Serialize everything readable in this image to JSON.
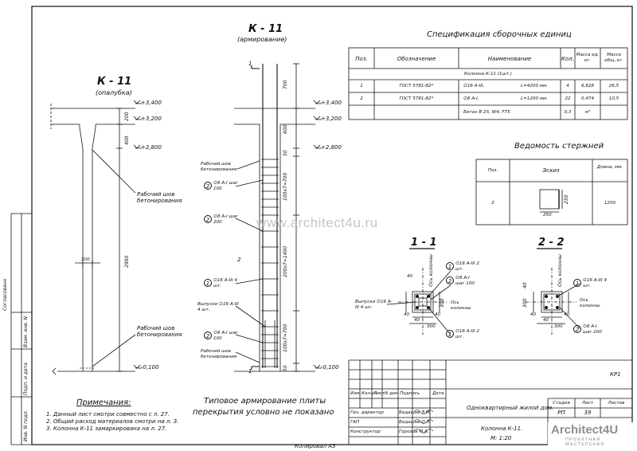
{
  "sheet": {
    "format_label": "Копировал А3",
    "watermark": "www.architect4u.ru",
    "logo_main": "Architect4U",
    "logo_sub": "ПРОЕКТНАЯ МАСТЕРСКАЯ"
  },
  "left_margin": {
    "soglasovano": "Согласовано",
    "vzam": "Взам. инв. N",
    "podp": "Подп. и дата",
    "inv": "Инв. N подл."
  },
  "formwork": {
    "title": "К - 11",
    "subtitle": "(опалубка)",
    "levels": [
      "+3,400",
      "+3,200",
      "+2,800",
      "-0,100"
    ],
    "dims": [
      "200",
      "400",
      "2900",
      "300"
    ],
    "labels": [
      "Рабочий шов бетонирования",
      "Рабочий шов бетонирования"
    ]
  },
  "reinforcement": {
    "title": "К - 11",
    "subtitle": "(армирование)",
    "levels": [
      "+3,400",
      "+3,200",
      "+2,800",
      "-0,100"
    ],
    "dims": [
      "700",
      "600",
      "50",
      "100х7=700",
      "200х7=1400",
      "100х7=700",
      "50"
    ],
    "label_seam_top": "Рабочий шов бетонирования",
    "label_r1_pos": "2",
    "label_r1": "∅8 А-I шаг 100",
    "label_r2_pos": "2",
    "label_r2": "∅8 А-I шаг 200",
    "label_mid_pos": "2",
    "label_r3_pos": "1",
    "label_r3": "∅16 А-III 4 шт.",
    "label_r4": "Выпуски ∅16 А-III 4 шт.",
    "label_r5_pos": "2",
    "label_r5": "∅8 А-I шаг 100",
    "label_seam_bot": "Рабочий шов бетонирования",
    "marker_top": "1",
    "marker_bot": "1"
  },
  "notes": {
    "title": "Примечания:",
    "items": [
      "1. Данный лист смотри совместно с л. 27.",
      "2. Общий расход материалов смотри на л. 3.",
      "3. Колонна К-11 замаркирована на л. 27."
    ]
  },
  "slab_note": [
    "Типовое армирование плиты",
    "перекрытия условно не показано"
  ],
  "spec": {
    "title": "Спецификация сборочных единиц",
    "headers": [
      "Поз.",
      "Обозначение",
      "Наименование",
      "Кол.",
      "Масса ед. кг.",
      "Масса общ.,кг."
    ],
    "group": "Колонна К-11 (1шт.)",
    "rows": [
      {
        "pos": "1",
        "code": "ГОСТ 5781-82*",
        "name": "∅16 А-III,",
        "len": "L=4200 мм.",
        "qty": "4",
        "mass": "6,628",
        "total": "26,5"
      },
      {
        "pos": "2",
        "code": "ГОСТ 5781-82*",
        "name": "∅8 А-I,",
        "len": "L=1200 мм.",
        "qty": "22",
        "mass": "0,474",
        "total": "10,5"
      },
      {
        "pos": "",
        "code": "",
        "name": "Бетон В 25, W4, F75",
        "len": "",
        "qty": "0,3",
        "mass": "м³",
        "total": ""
      }
    ]
  },
  "bars": {
    "title": "Ведомость стержней",
    "headers": [
      "Поз.",
      "Эскиз",
      "Длина, мм."
    ],
    "row": {
      "pos": "2",
      "dim_v": "250",
      "dim_h": "250",
      "length": "1200"
    }
  },
  "section11": {
    "title": "1 - 1",
    "l_top_pos": "1",
    "l_top": "∅16 А-III 2 шт.",
    "l_axis": "Ось колонны",
    "l_stir_pos": "2",
    "l_stir": "∅8 А-I шаг 100",
    "l_out": "Выпуски ∅16 А-III 4 шт.",
    "l_axis2": "Ось колонны",
    "l_bot_pos": "1",
    "l_bot": "∅16 А-III 2 шт.",
    "dims": [
      "40",
      "40",
      "40",
      "300",
      "300",
      "40"
    ]
  },
  "section22": {
    "title": "2 - 2",
    "l_axis": "Ось колонны",
    "l_axis2": "Ось колонны",
    "l_r1_pos": "1",
    "l_r1": "∅16 А-III 4 шт.",
    "l_r2_pos": "2",
    "l_r2": "∅8 А-I шаг 200",
    "dims": [
      "40",
      "40",
      "300",
      "40",
      "300",
      "40"
    ]
  },
  "stamp": {
    "code": "КР1",
    "head": [
      "Изм.",
      "Кол.уч",
      "Лист",
      "N док",
      "Подпись",
      "Дата"
    ],
    "people": [
      {
        "role": "Ген. директор",
        "name": "Бедашов Э.М."
      },
      {
        "role": "ГАП",
        "name": "Бедашов О.Э."
      },
      {
        "role": "Конструктор",
        "name": "Горохов М.А."
      }
    ],
    "project": "Одноквартирный жилой дом.",
    "stage_h": "Стадия",
    "sheet_h": "Лист",
    "sheets_h": "Листов",
    "stage": "РП",
    "sheet": "39",
    "sheets": "",
    "drawing": "Колонна К-11.",
    "scale": "М: 1:20"
  }
}
